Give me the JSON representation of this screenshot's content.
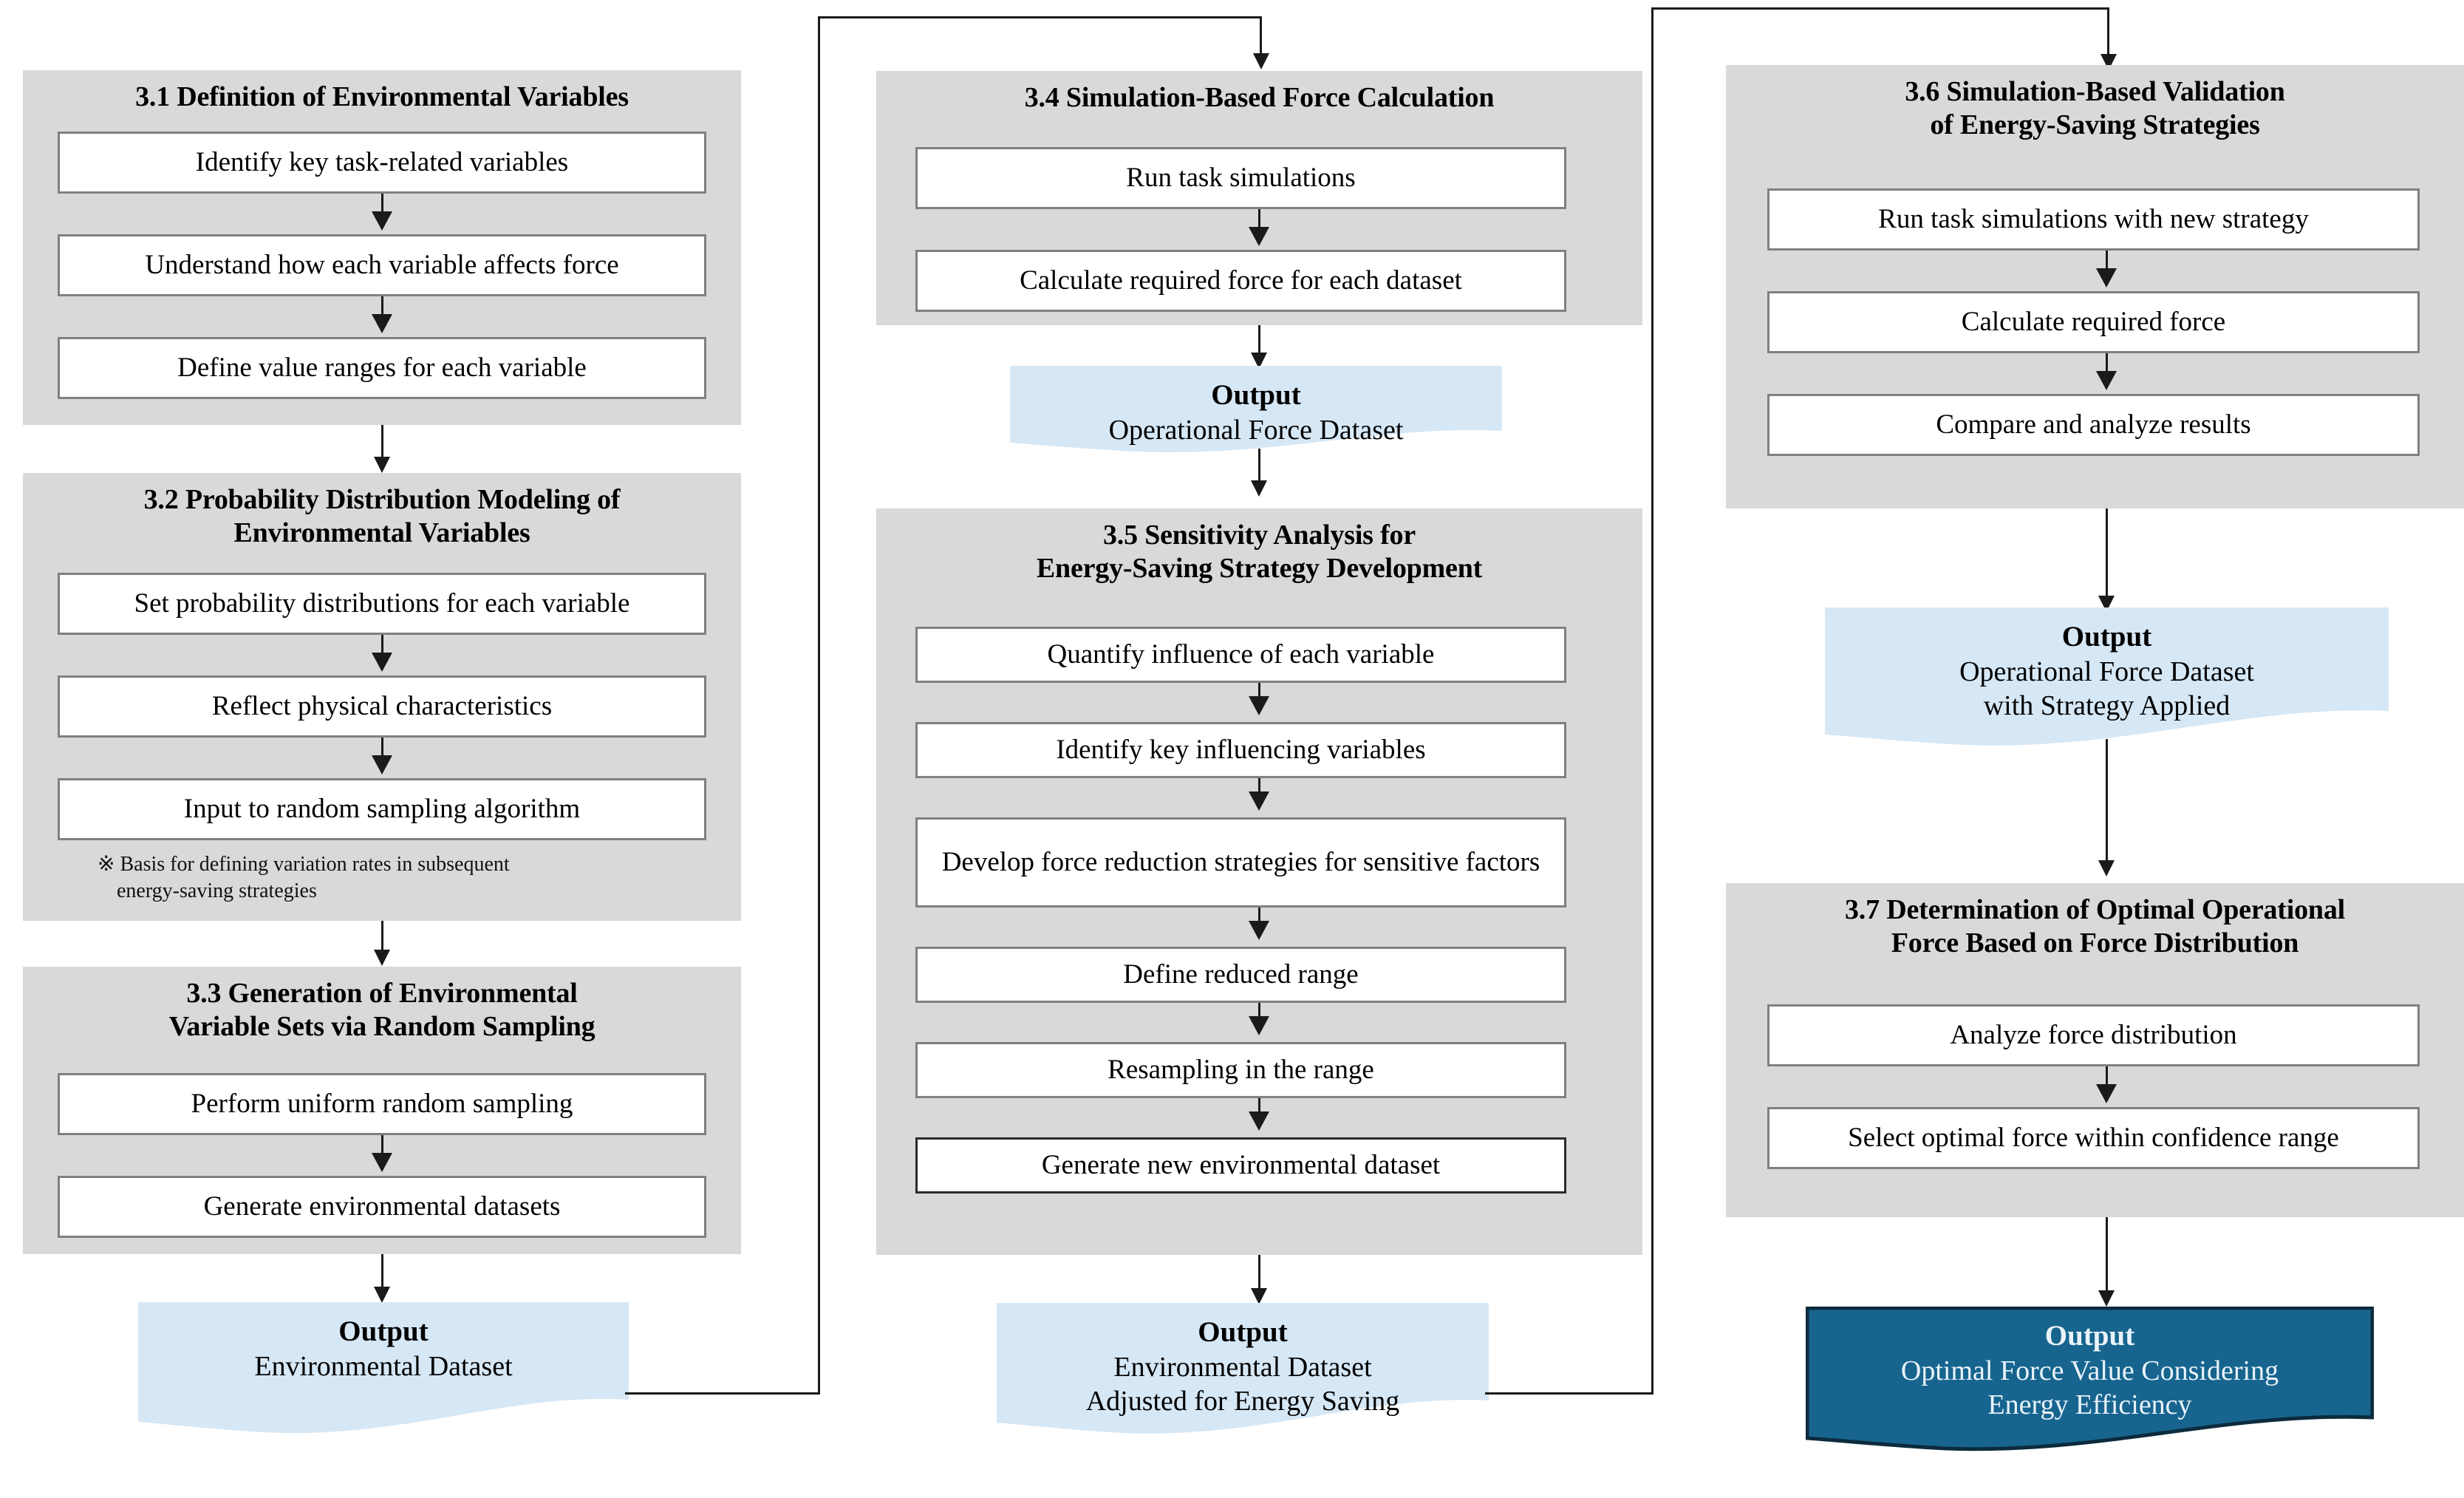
{
  "figure": {
    "type": "process-flowchart",
    "colors": {
      "panel_gray": "#d9d9d9",
      "box_white": "#ffffff",
      "box_border": "#808080",
      "banner_light_blue": "#d6e7f5",
      "banner_dark_blue": "#17658f",
      "connector": "#1a1a1a",
      "text": "#000000",
      "dark_banner_text": "#eaf3fa"
    }
  },
  "columns": [
    {
      "id": "column-1",
      "sections": [
        {
          "id": "section-3-1",
          "title": "3.1 Definition of Environmental Variables",
          "title_lines": [
            "3.1 Definition of Environmental Variables"
          ],
          "steps": [
            "Identify key task-related variables",
            "Understand how each variable affects force",
            "Define value ranges for each variable"
          ]
        },
        {
          "id": "section-3-2",
          "title": "3.2 Probability Distribution Modeling of Environmental Variables",
          "title_lines": [
            "3.2 Probability Distribution Modeling of",
            "Environmental Variables"
          ],
          "steps": [
            "Set probability distributions for each variable",
            "Reflect physical characteristics",
            "Input to random sampling algorithm"
          ],
          "note_lines": [
            "※ Basis for defining  variation  rates in subsequent",
            "energy-saving  strategies"
          ]
        },
        {
          "id": "section-3-3",
          "title": "3.3 Generation of Environmental Variable Sets via Random Sampling",
          "title_lines": [
            "3.3 Generation of Environmental",
            "Variable Sets via Random Sampling"
          ],
          "steps": [
            "Perform uniform random sampling",
            "Generate environmental datasets"
          ]
        }
      ],
      "output": {
        "id": "output-1",
        "style": "light",
        "title": "Output",
        "lines": [
          "Environmental Dataset"
        ]
      }
    },
    {
      "id": "column-2",
      "sections": [
        {
          "id": "section-3-4",
          "title": "3.4 Simulation-Based Force Calculation",
          "title_lines": [
            "3.4 Simulation-Based Force Calculation"
          ],
          "steps": [
            "Run task simulations",
            "Calculate required force for each dataset"
          ]
        },
        {
          "id": "section-3-5",
          "title": "3.5 Sensitivity Analysis for Energy-Saving Strategy Development",
          "title_lines": [
            "3.5 Sensitivity Analysis for",
            "Energy-Saving Strategy Development"
          ],
          "steps": [
            "Quantify influence of each variable",
            "Identify key influencing variables",
            "Develop force reduction strategies for sensitive factors",
            "Define reduced range",
            "Resampling in the range",
            "Generate new environmental dataset"
          ]
        }
      ],
      "mid_output": {
        "id": "output-2a",
        "style": "light",
        "title": "Output",
        "lines": [
          "Operational Force Dataset"
        ]
      },
      "output": {
        "id": "output-2b",
        "style": "light",
        "title": "Output",
        "lines": [
          "Environmental Dataset",
          "Adjusted for Energy Saving"
        ]
      }
    },
    {
      "id": "column-3",
      "sections": [
        {
          "id": "section-3-6",
          "title": "3.6 Simulation-Based Validation of Energy-Saving Strategies",
          "title_lines": [
            "3.6 Simulation-Based Validation",
            "of Energy-Saving Strategies"
          ],
          "steps": [
            "Run task simulations with new strategy",
            "Calculate required force",
            "Compare and analyze results"
          ]
        },
        {
          "id": "section-3-7",
          "title": "3.7 Determination of Optimal Operational Force Based on Force Distribution",
          "title_lines": [
            "3.7 Determination of Optimal Operational",
            "Force Based on Force Distribution"
          ],
          "steps": [
            "Analyze force distribution",
            "Select optimal force within confidence range"
          ]
        }
      ],
      "mid_output": {
        "id": "output-3a",
        "style": "light",
        "title": "Output",
        "lines": [
          "Operational Force Dataset",
          "with Strategy Applied"
        ]
      },
      "output": {
        "id": "output-3b",
        "style": "dark",
        "title": "Output",
        "lines": [
          "Optimal Force Value Considering",
          "Energy Efficiency"
        ]
      }
    }
  ]
}
